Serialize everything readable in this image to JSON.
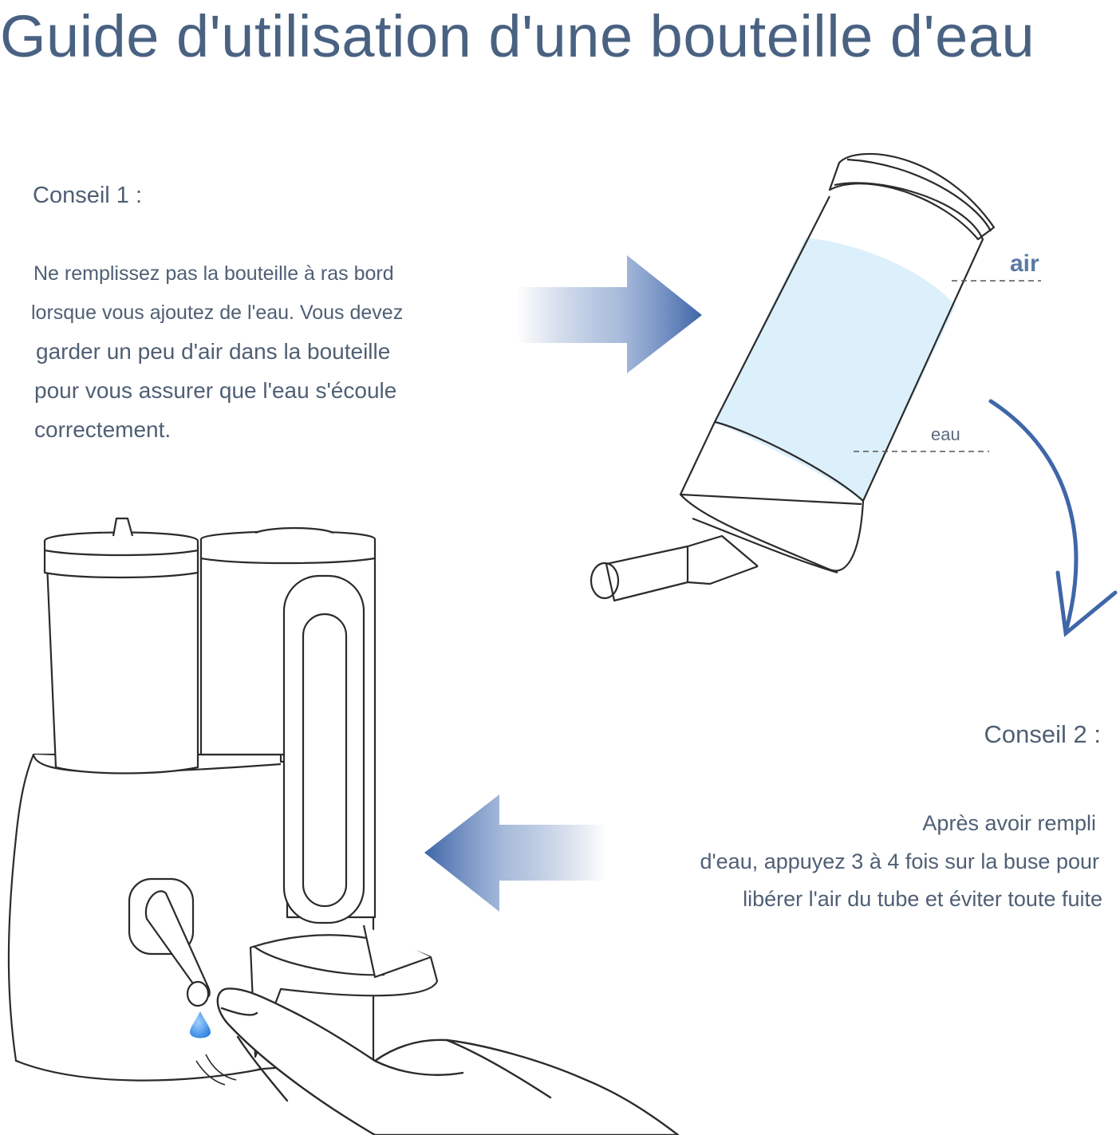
{
  "title": "Guide d'utilisation d'une bouteille d'eau",
  "tip1": {
    "heading": "Conseil 1 :",
    "lines": [
      "Ne remplissez pas la bouteille à ras bord",
      "lorsque vous ajoutez de l'eau. Vous devez",
      "garder un peu d'air dans la bouteille",
      "pour vous assurer que l'eau s'écoule",
      "correctement."
    ]
  },
  "tip2": {
    "heading": "Conseil 2 :",
    "lines": [
      "Après avoir rempli",
      "d'eau, appuyez 3 à 4 fois sur la buse pour",
      "libérer l'air du tube et éviter toute fuite"
    ]
  },
  "labels": {
    "air": "air",
    "water": "eau"
  },
  "colors": {
    "title": "#4a6282",
    "text": "#4f5f74",
    "arrow": "#4a70ad",
    "water_fill": "#dcf0fb",
    "outline": "#2b2b2b"
  }
}
